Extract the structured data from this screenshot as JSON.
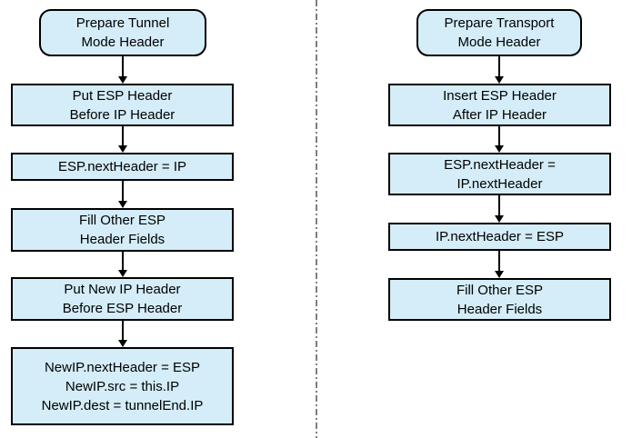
{
  "colors": {
    "box_fill": "#d4edf8",
    "box_border": "#000000",
    "arrow": "#000000",
    "divider": "#7f7f7f",
    "background": "#ffffff"
  },
  "tunnel_flow": {
    "start": "Prepare Tunnel\nMode Header",
    "steps": [
      "Put ESP Header\nBefore IP Header",
      "ESP.nextHeader = IP",
      "Fill Other ESP\nHeader Fields",
      "Put New IP Header\nBefore ESP Header",
      "NewIP.nextHeader = ESP\nNewIP.src = this.IP\nNewIP.dest = tunnelEnd.IP"
    ]
  },
  "transport_flow": {
    "start": "Prepare Transport\nMode Header",
    "steps": [
      "Insert ESP Header\nAfter IP Header",
      "ESP.nextHeader =\nIP.nextHeader",
      "IP.nextHeader = ESP",
      "Fill Other ESP\nHeader Fields"
    ]
  }
}
